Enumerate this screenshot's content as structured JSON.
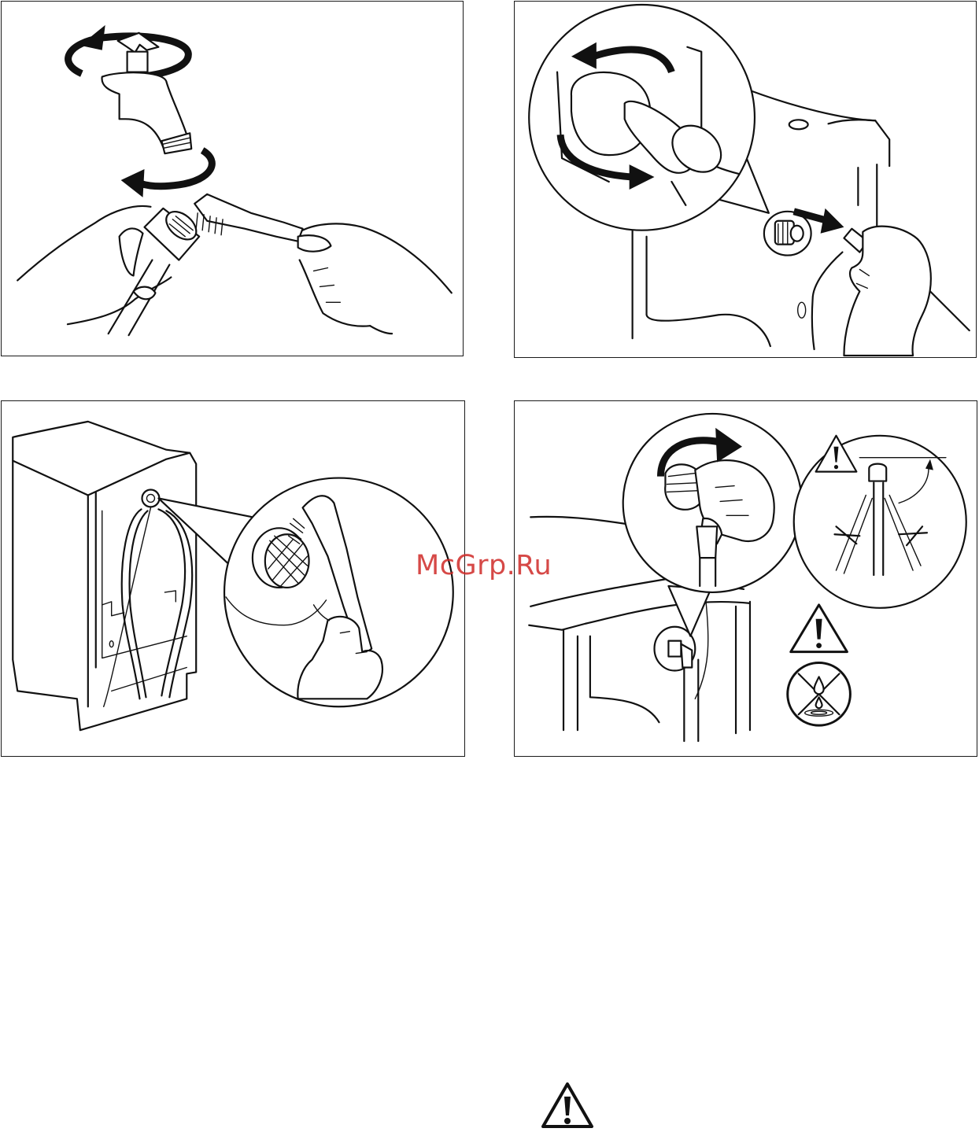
{
  "watermark": {
    "text": "McGrp.Ru",
    "color": "#cf2a27"
  },
  "panels": [
    {
      "name": "clean-tap-filter",
      "icons": [
        "tap-icon",
        "rotate-arrow-icon",
        "brush-icon",
        "hand-icon"
      ]
    },
    {
      "name": "remove-inlet-hose",
      "icons": [
        "magnifier-circle",
        "rotate-arrow-icon",
        "pull-arrow-icon",
        "hand-icon"
      ]
    },
    {
      "name": "clean-valve-filter",
      "icons": [
        "magnifier-circle",
        "filter-mesh-icon",
        "brush-icon",
        "hand-icon"
      ]
    },
    {
      "name": "reconnect-hose",
      "icons": [
        "magnifier-circle",
        "rotate-arrow-icon",
        "warning-triangle-icon",
        "no-leak-icon"
      ]
    }
  ],
  "footer": {
    "icon": "warning-triangle-icon"
  }
}
